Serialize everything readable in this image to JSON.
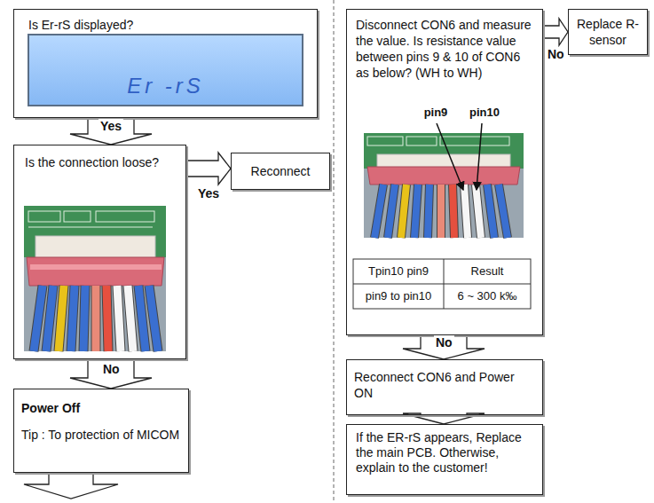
{
  "diagram": {
    "nodes": [
      {
        "text": [
          "Is Er-rS displayed?",
          "Er -rS"
        ]
      },
      {
        "text": [
          "Is the connection loose?"
        ]
      },
      {
        "text": [
          "Reconnect"
        ]
      },
      {
        "text": [
          "Power Off",
          "Tip : To protection of MICOM"
        ]
      },
      {
        "text": [
          "Disconnect CON6 and measure the value. Is resistance value between pins 9 & 10 of CON6 as below? (WH to WH)"
        ]
      },
      {
        "text": [
          "Replace R-sensor"
        ]
      },
      {
        "text": [
          "Reconnect CON6 and Power ON"
        ]
      },
      {
        "text": [
          "If the ER-rS appears, Replace the main PCB. Otherwise, explain to the customer!"
        ]
      }
    ],
    "edges": [
      {
        "from": 0,
        "to": 1,
        "label": "Yes",
        "arrow": "to"
      },
      {
        "from": 1,
        "to": 2,
        "label": "Yes",
        "arrow": "to"
      },
      {
        "from": 1,
        "to": 3,
        "label": "No",
        "arrow": "to"
      },
      {
        "from": 4,
        "to": 5,
        "label": "No",
        "arrow": "to"
      },
      {
        "from": 4,
        "to": 6,
        "label": "No",
        "arrow": "to"
      },
      {
        "from": 6,
        "to": 7,
        "arrow": "to"
      }
    ],
    "labels": [
      "pin9",
      "pin10",
      "Tpin10 pin9",
      "Result",
      "pin9 to pin10",
      "6 ~ 300 k‰"
    ]
  }
}
